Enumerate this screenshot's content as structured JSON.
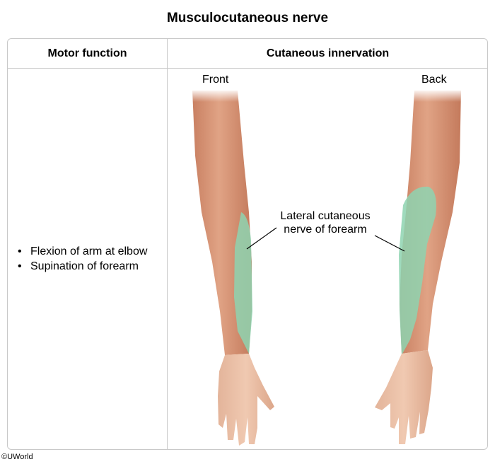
{
  "title": "Musculocutaneous nerve",
  "table": {
    "motor_header": "Motor function",
    "cutaneous_header": "Cutaneous innervation",
    "motor_functions": [
      "Flexion of arm at elbow",
      "Supination of forearm"
    ]
  },
  "illustration": {
    "front_label": "Front",
    "back_label": "Back",
    "nerve_label_line1": "Lateral cutaneous",
    "nerve_label_line2": "nerve of forearm"
  },
  "colors": {
    "skin": "#d9987a",
    "nerve_region": "#8ed3b0",
    "border": "#c9c9c9"
  },
  "copyright": "©UWorld"
}
